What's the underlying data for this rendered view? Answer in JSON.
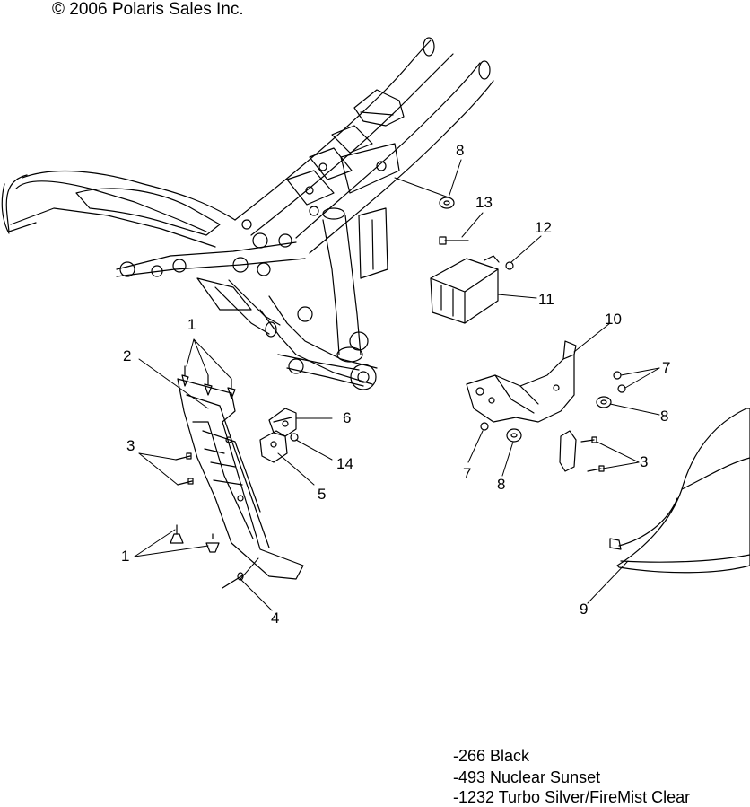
{
  "copyright": "© 2006 Polaris Sales Inc.",
  "callouts": [
    "1",
    "2",
    "3",
    "1",
    "4",
    "5",
    "6",
    "14",
    "8",
    "13",
    "12",
    "11",
    "10",
    "7",
    "8",
    "7",
    "8",
    "3",
    "9"
  ],
  "legend": [
    "-266  Black",
    "-493  Nuclear Sunset",
    "-1232 Turbo Silver/FireMist Clear"
  ]
}
